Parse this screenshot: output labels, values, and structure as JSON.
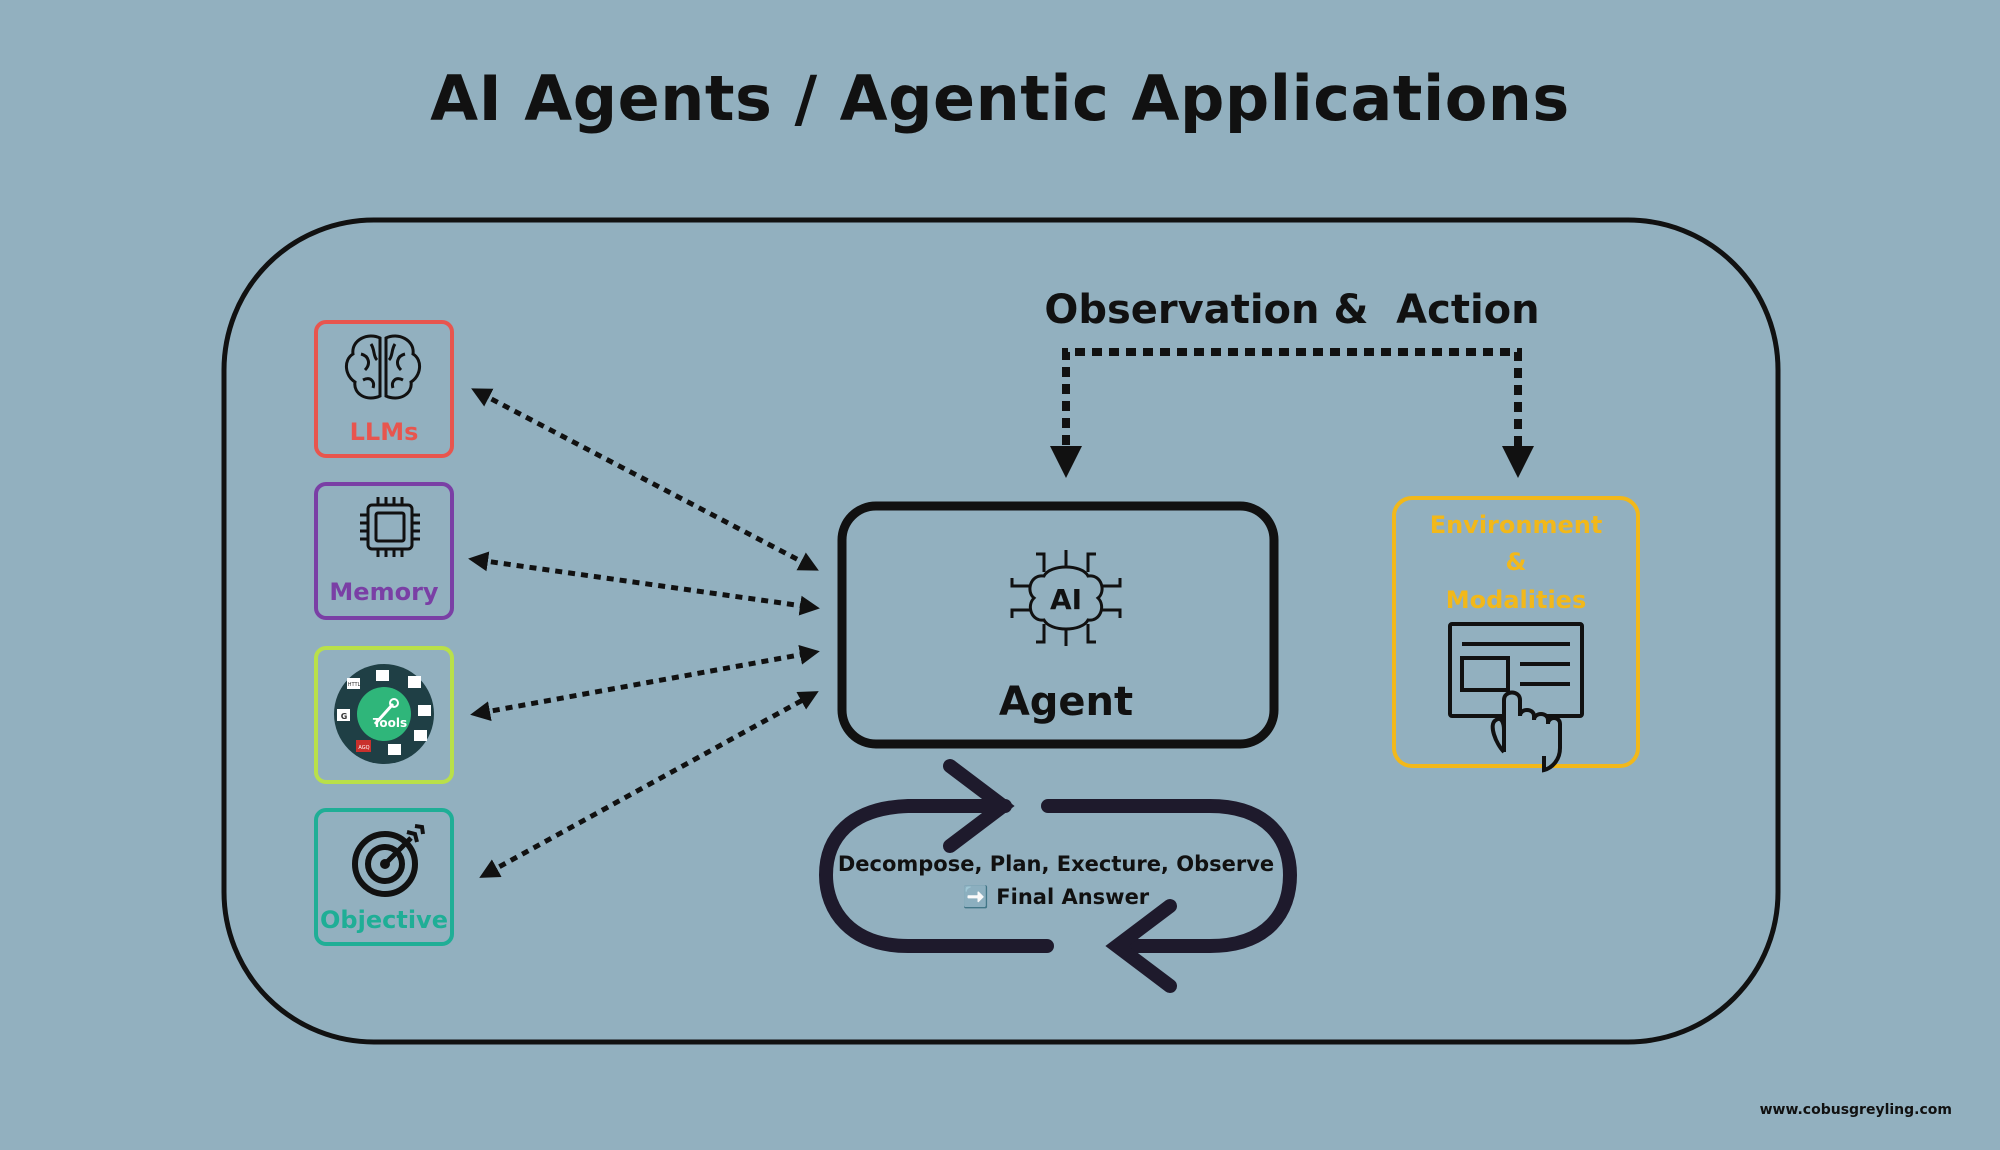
{
  "title": "AI Agents / Agentic Applications",
  "components": {
    "llms": {
      "label": "LLMs",
      "color": "#e8554e",
      "icon": "brain-icon"
    },
    "memory": {
      "label": "Memory",
      "color": "#7a3fa5",
      "icon": "chip-icon"
    },
    "tools": {
      "label": "Tools",
      "color": "#b9e04a",
      "icon": "tools-wheel-icon",
      "wheel_labels": [
        "HTTL",
        "G",
        "AGQ"
      ]
    },
    "objective": {
      "label": "Objective",
      "color": "#1fae96",
      "icon": "target-icon"
    }
  },
  "agent": {
    "label": "Agent",
    "icon_text": "AI"
  },
  "observation": {
    "label": "Observation &  Action"
  },
  "environment": {
    "line1": "Environment",
    "line2": "&",
    "line3": "Modalities",
    "color": "#f2b81a",
    "icon": "screen-touch-icon"
  },
  "loop": {
    "line1": "Decompose, Plan, Execture, Observe",
    "line2": "➡️ Final Answer"
  },
  "footer": "www.cobusgreyling.com"
}
